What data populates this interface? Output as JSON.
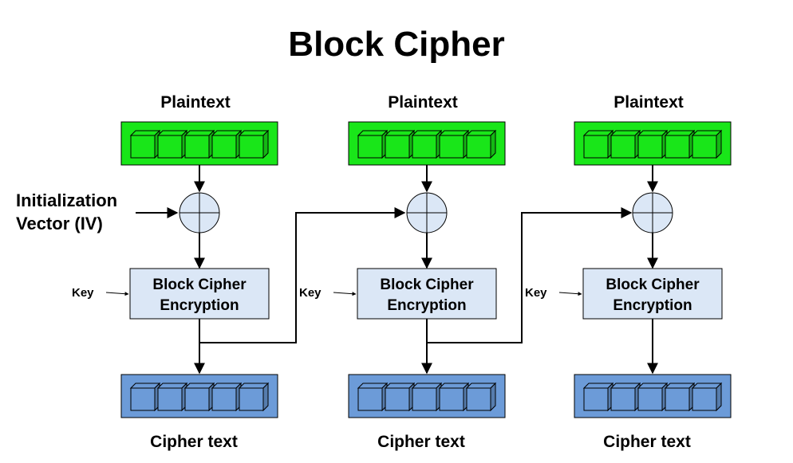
{
  "title": "Block Cipher",
  "iv_label": [
    "Initialization",
    "Vector (IV)"
  ],
  "colors": {
    "plaintext_block": "#19e619",
    "ciphertext_block": "#6c9bd8",
    "encryption_box": "#dbe7f6",
    "xor_circle": "#dbe7f6",
    "line": "#000000"
  },
  "stages": [
    {
      "plaintext_label": "Plaintext",
      "key_label": "Key",
      "encryption_label": [
        "Block Cipher",
        "Encryption"
      ],
      "ciphertext_label": "Cipher text"
    },
    {
      "plaintext_label": "Plaintext",
      "key_label": "Key",
      "encryption_label": [
        "Block Cipher",
        "Encryption"
      ],
      "ciphertext_label": "Cipher text"
    },
    {
      "plaintext_label": "Plaintext",
      "key_label": "Key",
      "encryption_label": [
        "Block Cipher",
        "Encryption"
      ],
      "ciphertext_label": "Cipher text"
    }
  ],
  "cells_per_block": 5
}
